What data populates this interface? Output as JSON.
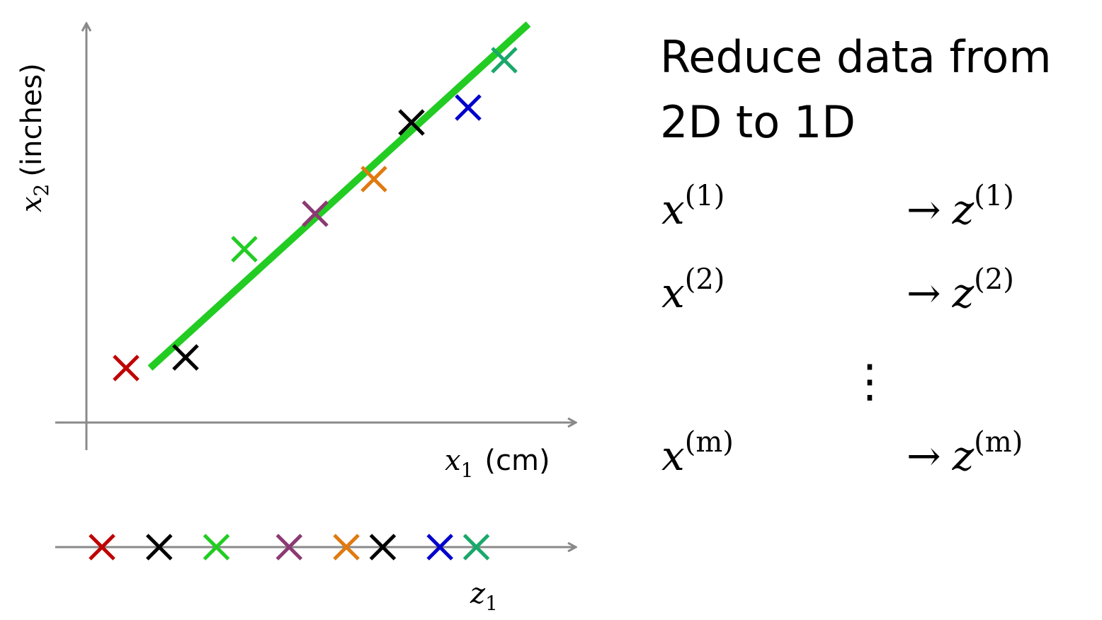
{
  "plot": {
    "x_axis": {
      "var": "x",
      "sub": "1",
      "unit": "(cm)"
    },
    "y_axis": {
      "var": "x",
      "sub": "2",
      "unit": "(inches)"
    },
    "projected_axis": {
      "var": "z",
      "sub": "1"
    },
    "line_color": "#22cc22",
    "points": [
      {
        "color": "#c00000",
        "proj": 0.09
      },
      {
        "color": "#000000",
        "proj": 0.2
      },
      {
        "color": "#22cc22",
        "proj": 0.31
      },
      {
        "color": "#8b3a73",
        "proj": 0.45
      },
      {
        "color": "#e07a10",
        "proj": 0.56
      },
      {
        "color": "#000000",
        "proj": 0.63
      },
      {
        "color": "#0000cc",
        "proj": 0.74
      },
      {
        "color": "#1aa86a",
        "proj": 0.81
      }
    ]
  },
  "right": {
    "heading_line1": "Reduce data from",
    "heading_line2": "2D to 1D",
    "mappings": [
      {
        "lhs_var": "x",
        "lhs_sup": "(1)",
        "arrow": "→",
        "rhs_var": "z",
        "rhs_sup": "(1)"
      },
      {
        "lhs_var": "x",
        "lhs_sup": "(2)",
        "arrow": "→",
        "rhs_var": "z",
        "rhs_sup": "(2)"
      },
      {
        "lhs_var": "x",
        "lhs_sup": "(m)",
        "arrow": "→",
        "rhs_var": "z",
        "rhs_sup": "(m)"
      }
    ],
    "ellipsis": "⋮"
  }
}
